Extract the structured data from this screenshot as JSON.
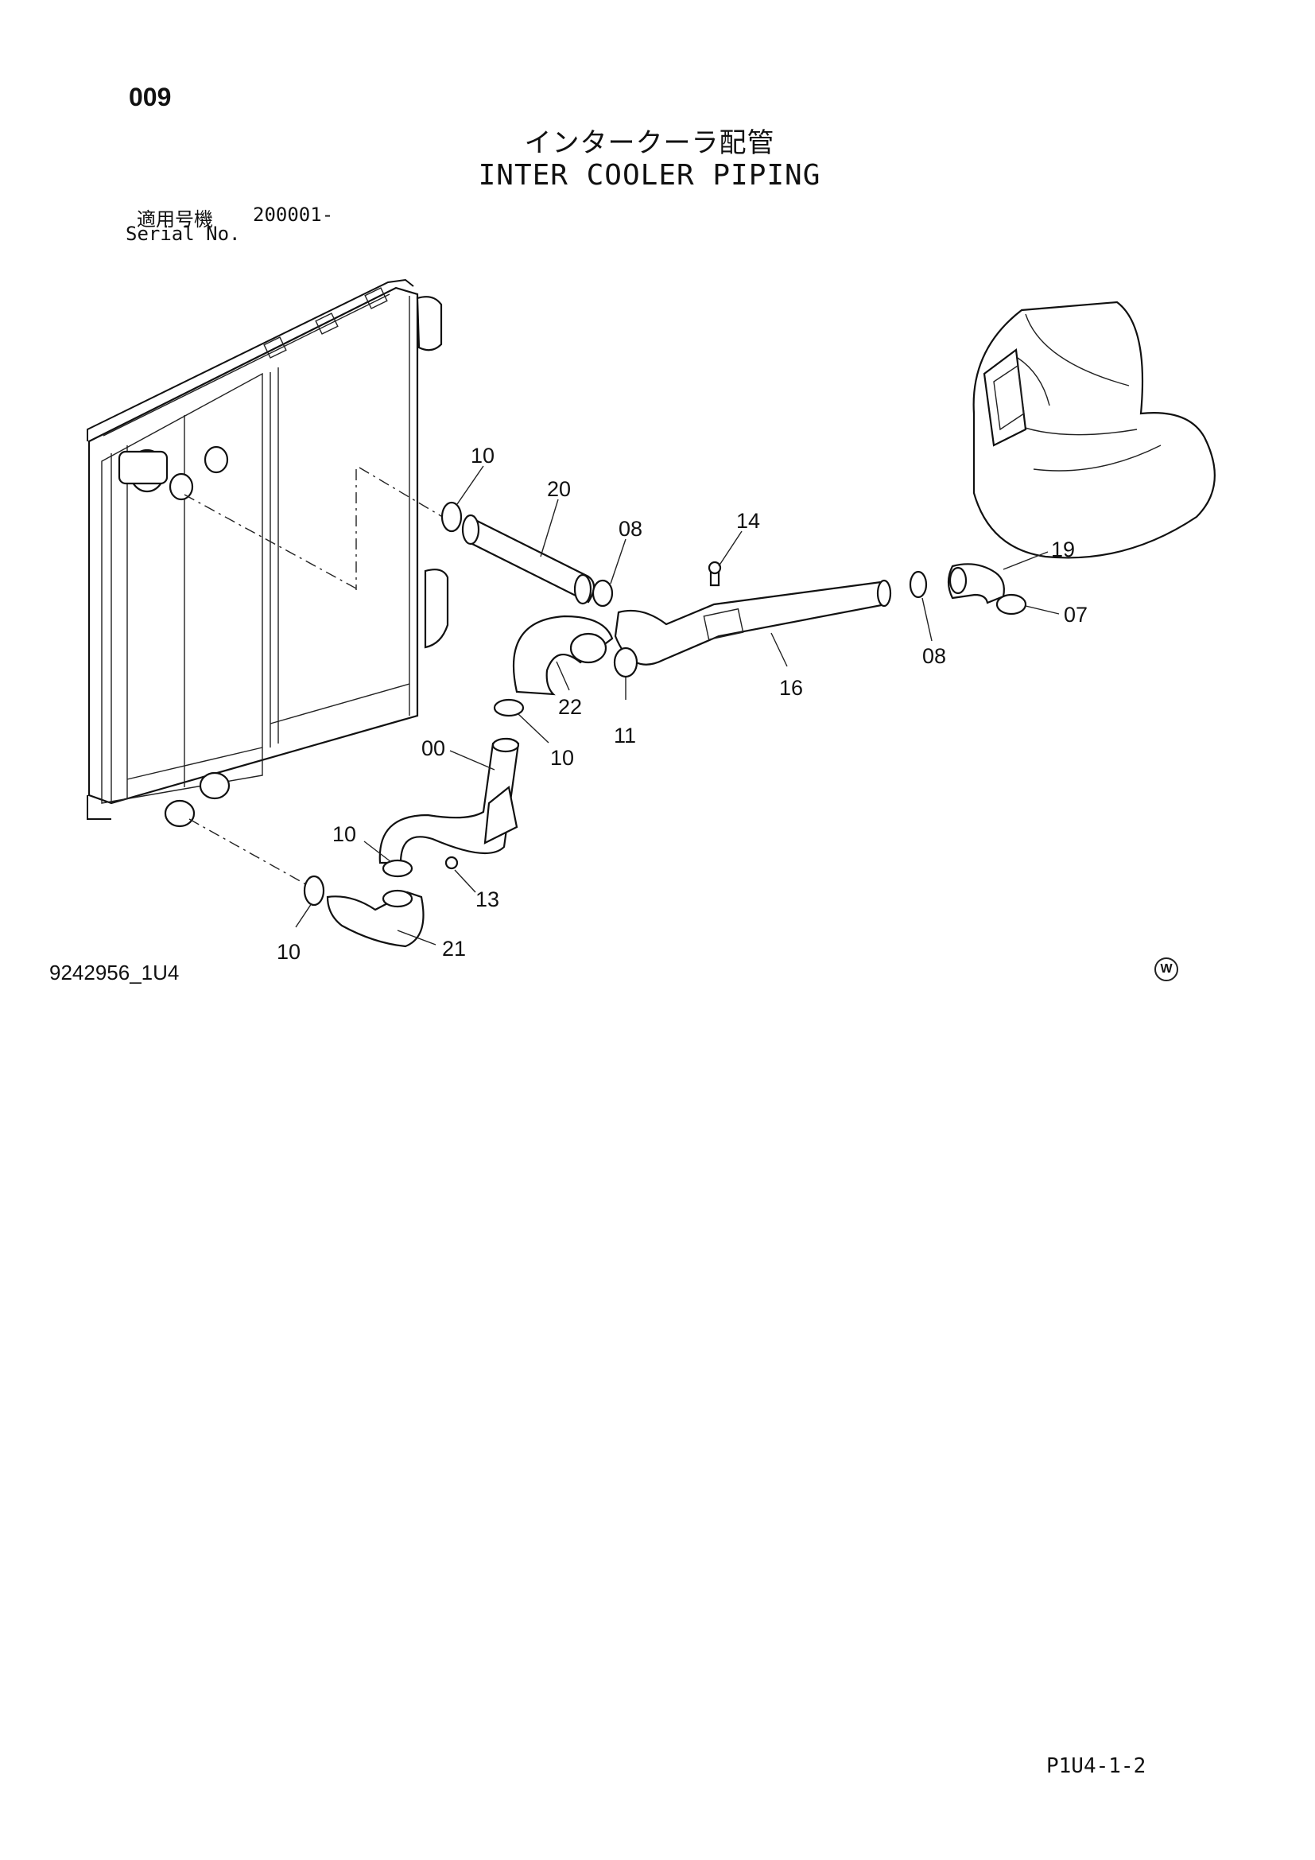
{
  "header": {
    "page_number": "009",
    "title_jp": "インタークーラ配管",
    "title_en": "INTER COOLER PIPING",
    "serial_label_jp": "適用号機",
    "serial_value": "200001-",
    "serial_label_en": "Serial No."
  },
  "callouts": [
    "10",
    "20",
    "08",
    "14",
    "19",
    "07",
    "08",
    "16",
    "22",
    "11",
    "00",
    "10",
    "10",
    "13",
    "10",
    "21"
  ],
  "footer": {
    "drawing_number": "9242956_1U4",
    "watermark": "W",
    "page_ref": "P1U4-1-2"
  }
}
